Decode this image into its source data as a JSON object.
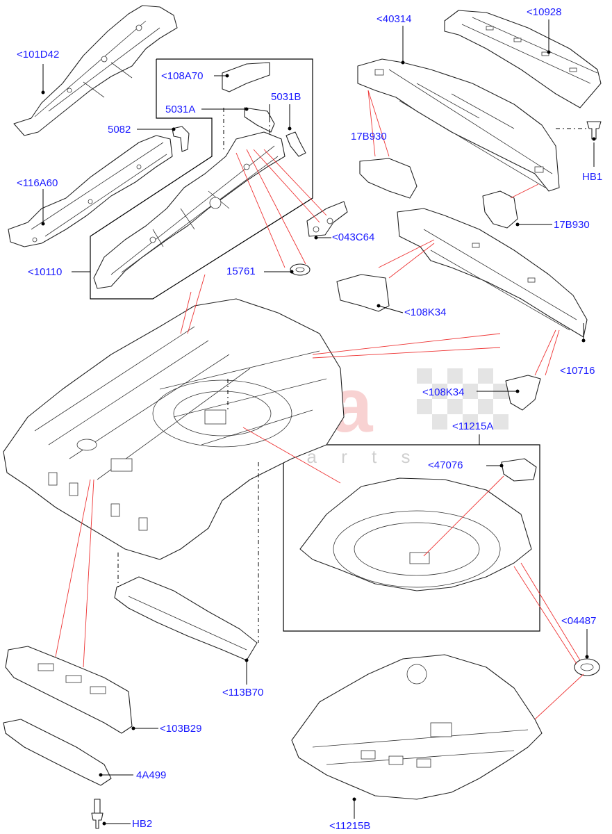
{
  "watermark": {
    "brand": "scuderia",
    "sub": "c a r   p a r t s",
    "color": "#f4b6b6"
  },
  "labels": {
    "p101D42": "<101D42",
    "p108A70": "<108A70",
    "p5031A": "5031A",
    "p5031B": "5031B",
    "p5082": "5082",
    "p116A60": "<116A60",
    "p10110": "<10110",
    "p15761": "15761",
    "p043C64": "<043C64",
    "p40314": "<40314",
    "p10928": "<10928",
    "p17B930a": "17B930",
    "pHB1": "HB1",
    "p17B930b": "17B930",
    "p108K34a": "<108K34",
    "p10716": "<10716",
    "p108K34b": "<108K34",
    "p11215A": "<11215A",
    "p47076": "<47076",
    "p04487": "<04487",
    "p113B70": "<113B70",
    "p103B29": "<103B29",
    "p4A499": "4A499",
    "pHB2": "HB2",
    "p11215B": "<11215B"
  },
  "colors": {
    "label": "#1a1aff",
    "leader": "#000000",
    "redline": "#e33333"
  }
}
